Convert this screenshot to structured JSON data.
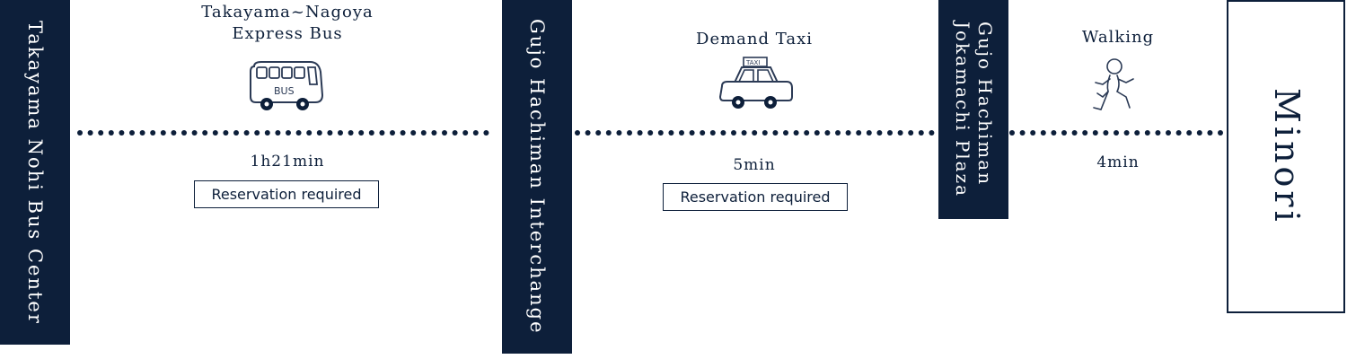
{
  "stops": [
    {
      "label": "Takayama Nohi Bus Center"
    },
    {
      "label": "Gujo Hachiman Interchange"
    },
    {
      "label": "Gujo Hachiman\nJokamachi Plaza"
    },
    {
      "label": "Minori"
    }
  ],
  "legs": [
    {
      "mode": "Takayama~Nagoya\nExpress Bus",
      "icon": "bus-icon",
      "icon_text": "BUS",
      "duration": "1h21min",
      "badge": "Reservation required"
    },
    {
      "mode": "Demand Taxi",
      "icon": "taxi-icon",
      "icon_text": "TAXI",
      "duration": "5min",
      "badge": "Reservation required"
    },
    {
      "mode": "Walking",
      "icon": "walking-person-icon",
      "duration": "4min"
    }
  ],
  "colors": {
    "navy": "#0d1f3a",
    "white": "#ffffff"
  }
}
